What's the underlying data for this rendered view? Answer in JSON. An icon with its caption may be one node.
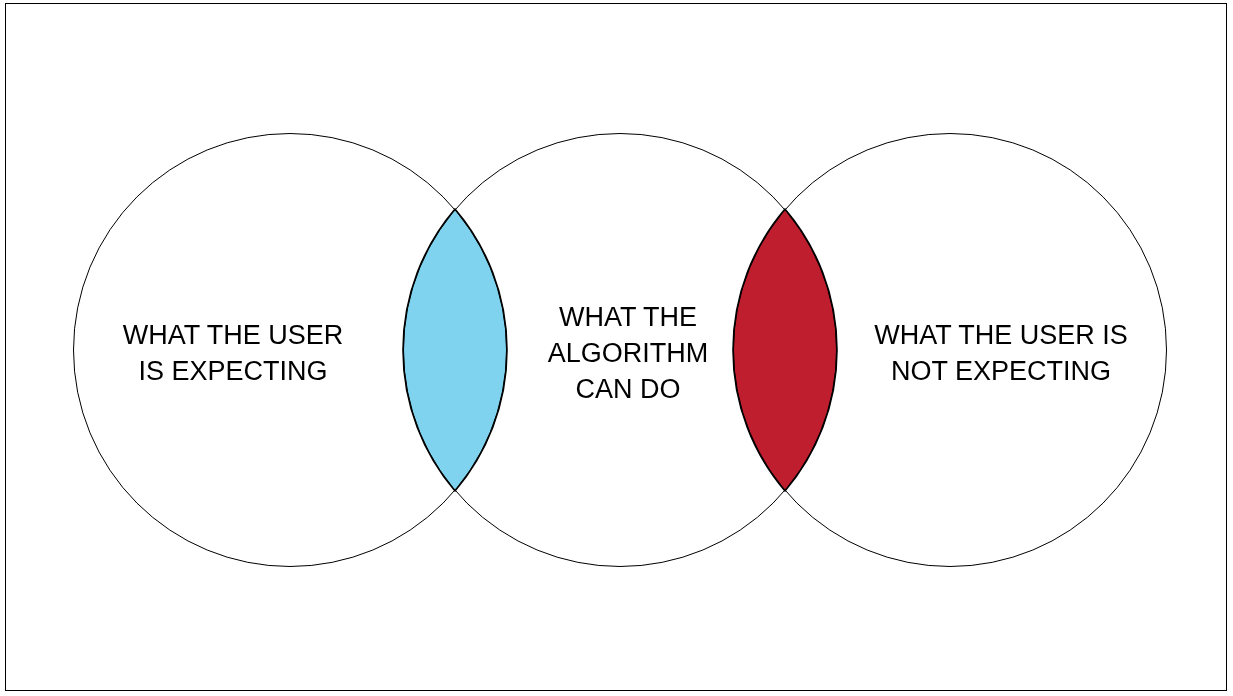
{
  "diagram": {
    "nodes": [
      {
        "text": [
          "WHAT THE USER IS EXPECTING"
        ]
      },
      {
        "text": [],
        "shape": "lens"
      },
      {
        "text": [
          "WHAT THE ALGORITHM CAN DO"
        ]
      },
      {
        "text": [],
        "shape": "lens"
      },
      {
        "text": [
          "WHAT THE USER IS NOT EXPECTING"
        ]
      }
    ],
    "edges": []
  }
}
